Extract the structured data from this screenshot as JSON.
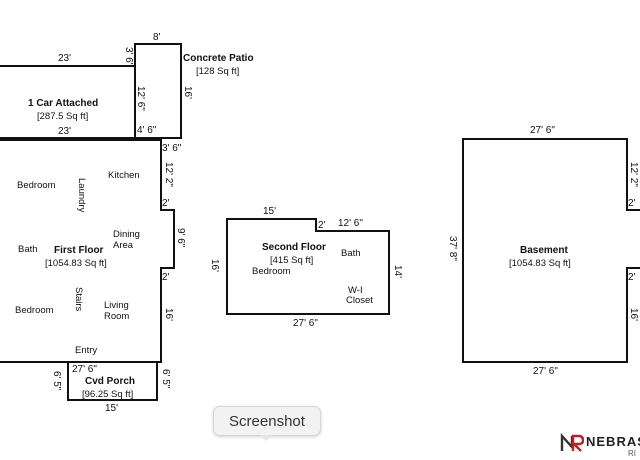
{
  "floorplan": {
    "garage": {
      "title": "1 Car Attached",
      "area": "[287.5 Sq ft]",
      "dims": {
        "top": "23'",
        "bottom": "23'",
        "top_right": "3' 6\"",
        "bottom_right": "4' 6\"",
        "height": "12' 6\""
      }
    },
    "patio": {
      "title": "Concrete Patio",
      "area": "[128 Sq ft]",
      "dims": {
        "top": "8'",
        "right": "16'"
      }
    },
    "first_floor": {
      "title": "First Floor",
      "area": "[1054.83 Sq ft]",
      "rooms": {
        "bedroom1": "Bedroom",
        "laundry": "Laundry",
        "kitchen": "Kitchen",
        "bath": "Bath",
        "dining": "Dining",
        "area_word": "Area",
        "bedroom2": "Bedroom",
        "stairs": "Stairs",
        "living": "Living",
        "room_word": "Room",
        "entry": "Entry"
      },
      "dims": {
        "top_right": "3' 6\"",
        "right_upper": "12' 2\"",
        "notch_top": "2'",
        "notch_side": "9' 6\"",
        "notch_bottom": "2'",
        "right_lower": "16'",
        "bottom": "27' 6\""
      }
    },
    "porch": {
      "title": "Cvd Porch",
      "area": "[96.25 Sq ft]",
      "dims": {
        "left": "6' 5\"",
        "right": "6' 5\"",
        "bottom": "15'"
      }
    },
    "second_floor": {
      "title": "Second Floor",
      "area": "[415 Sq ft]",
      "rooms": {
        "bath": "Bath",
        "bedroom": "Bedroom",
        "closet1": "W-I",
        "closet2": "Closet"
      },
      "dims": {
        "top_left": "15'",
        "notch": "2'",
        "top_right": "12' 6\"",
        "left": "16'",
        "right": "14'",
        "bottom": "27' 6\""
      }
    },
    "basement": {
      "title": "Basement",
      "area": "[1054.83 Sq ft]",
      "dims": {
        "top": "27' 6\"",
        "left": "37' 8\"",
        "right_upper": "12' 2\"",
        "notch_top": "2'",
        "notch_bottom": "2'",
        "right_lower": "16'",
        "bottom": "27' 6\""
      }
    }
  },
  "ui": {
    "screenshot_label": "Screenshot",
    "brand_name": "NEBRAS",
    "brand_sub": "RI"
  }
}
